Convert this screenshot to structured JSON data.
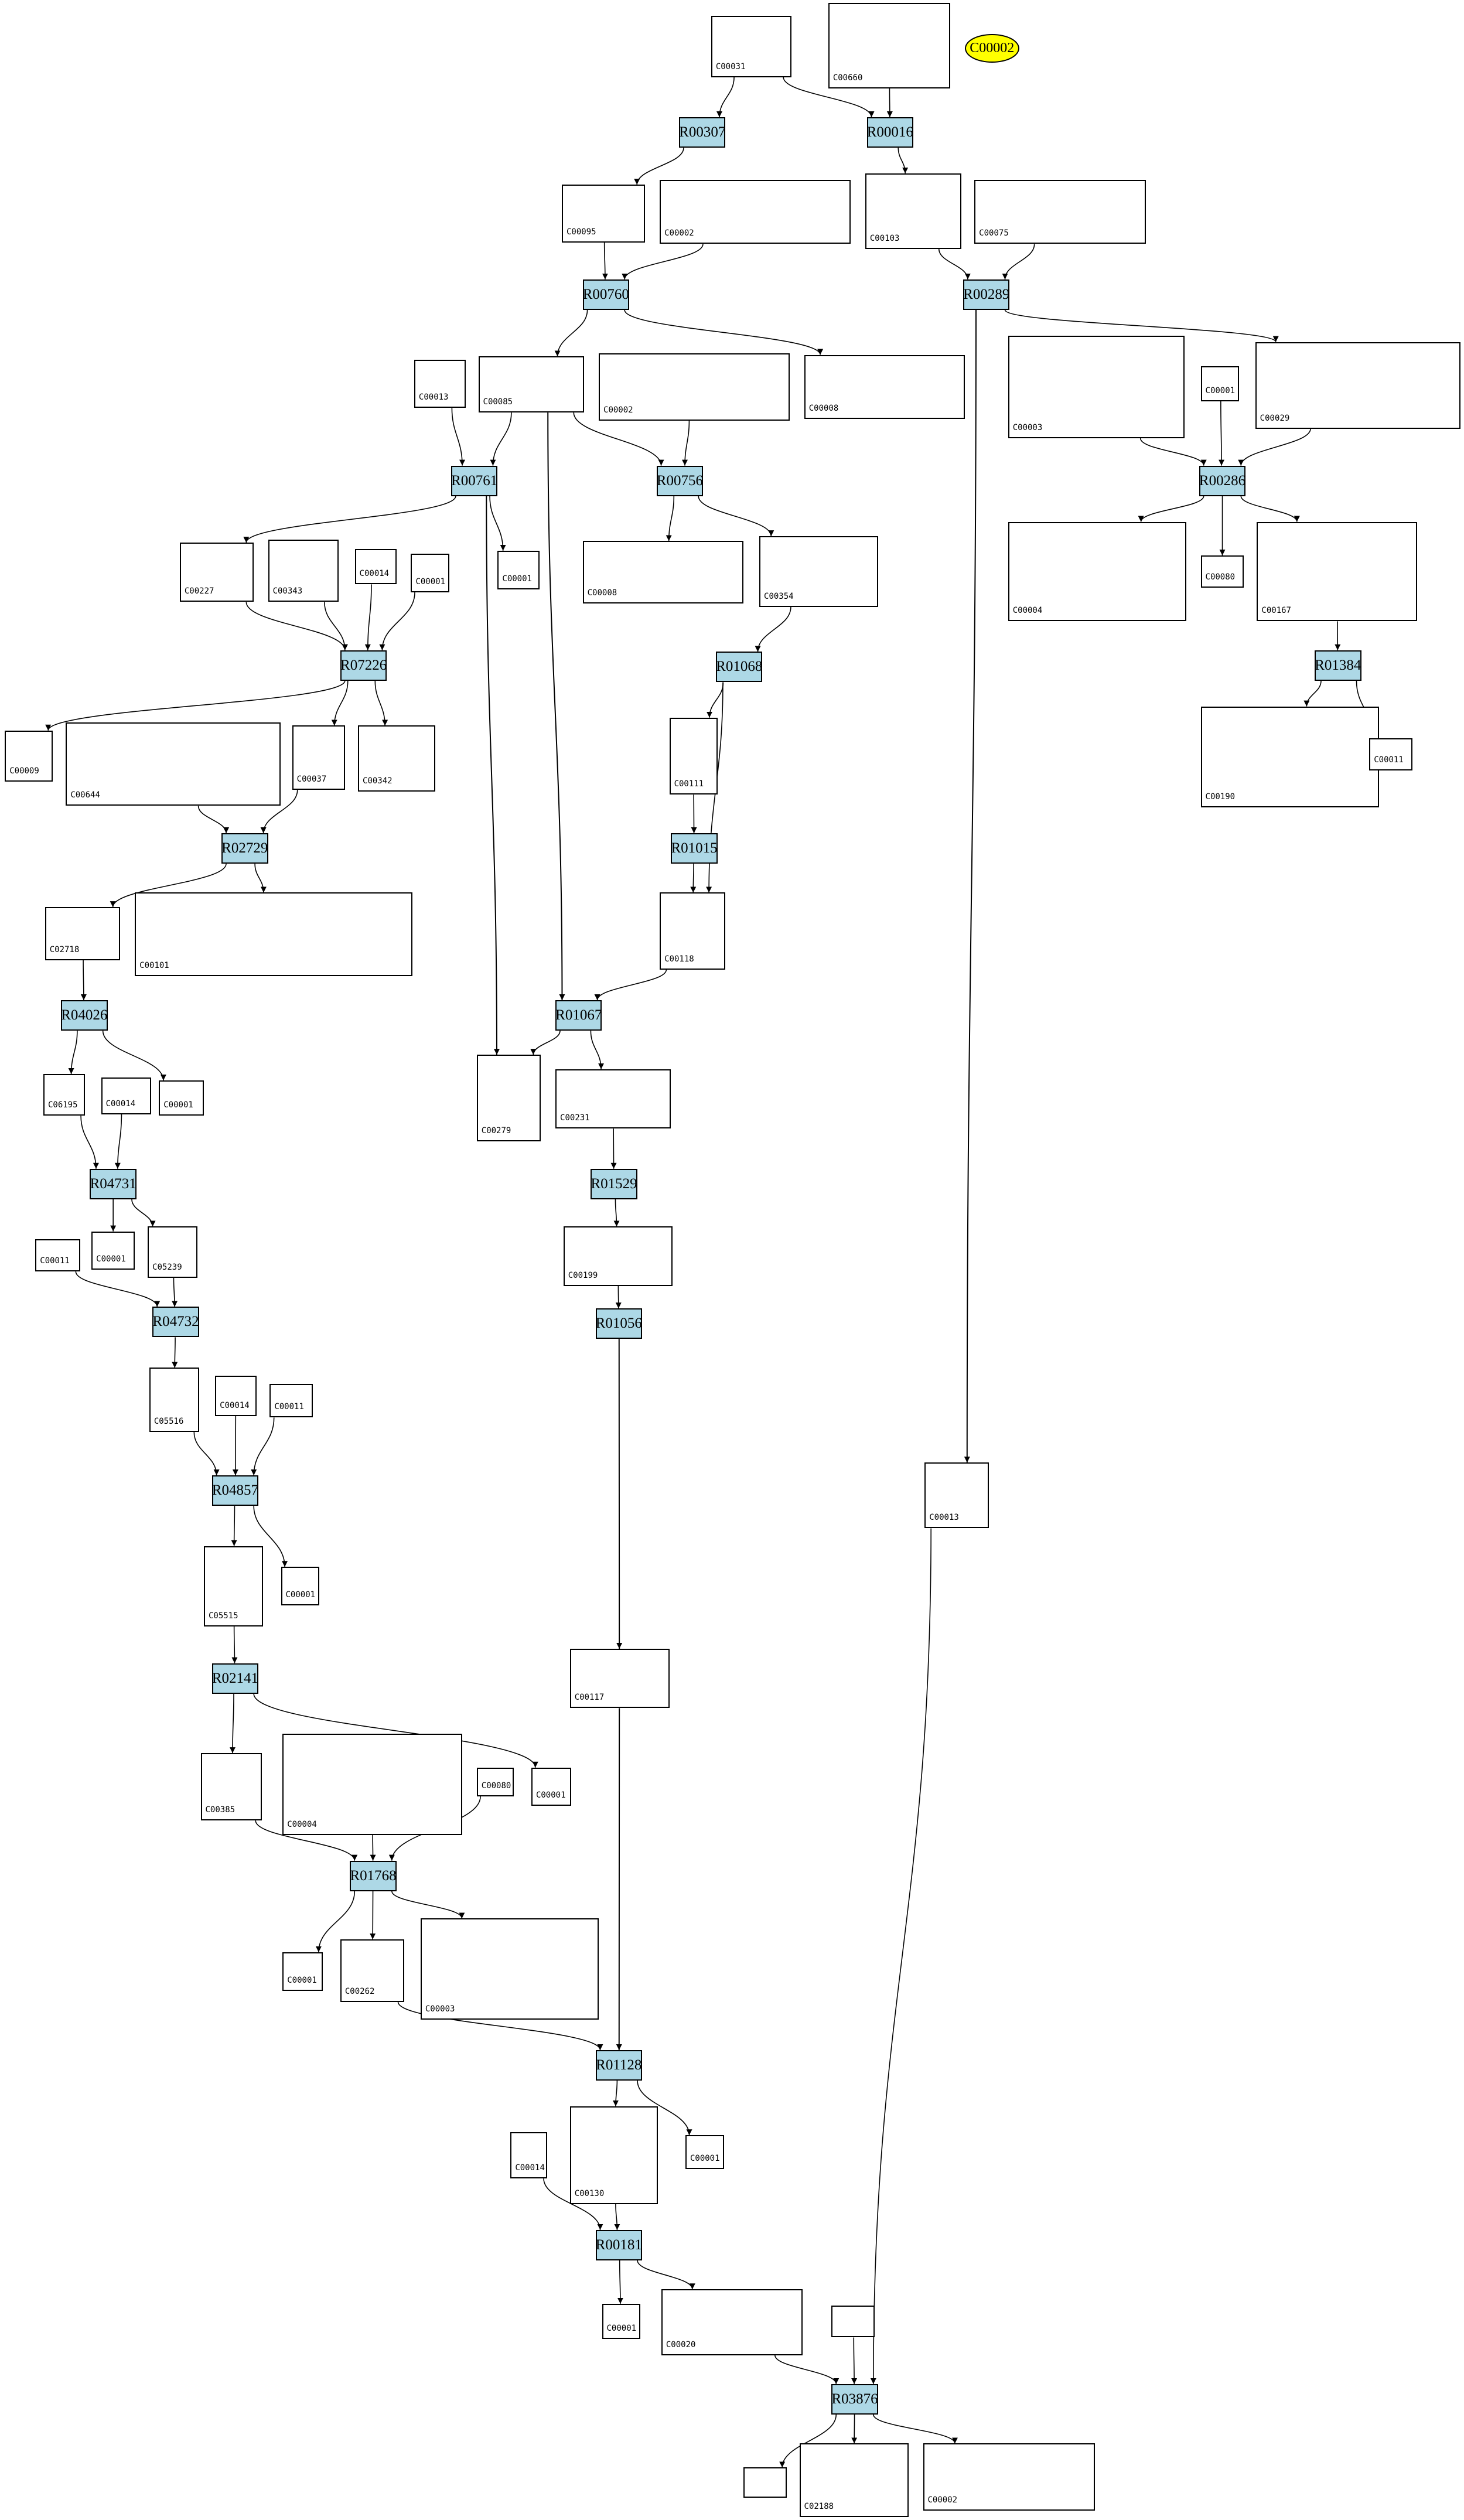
{
  "colors": {
    "reaction_fill": "#add8e6",
    "highlight_fill": "#ffff00",
    "edge": "#000000"
  },
  "nodes": [
    {
      "label": "C00031",
      "type": "compound"
    },
    {
      "label": "C00660",
      "type": "compound"
    },
    {
      "label": "C00002",
      "type": "highlight"
    },
    {
      "label": "R00307",
      "type": "reaction"
    },
    {
      "label": "R00016",
      "type": "reaction"
    },
    {
      "label": "C00095",
      "type": "compound"
    },
    {
      "label": "C00002",
      "type": "compound"
    },
    {
      "label": "C00103",
      "type": "compound"
    },
    {
      "label": "C00075",
      "type": "compound"
    },
    {
      "label": "R00760",
      "type": "reaction"
    },
    {
      "label": "R00289",
      "type": "reaction"
    },
    {
      "label": "C00013",
      "type": "compound"
    },
    {
      "label": "C00085",
      "type": "compound"
    },
    {
      "label": "C00002",
      "type": "compound"
    },
    {
      "label": "C00008",
      "type": "compound"
    },
    {
      "label": "C00003",
      "type": "compound"
    },
    {
      "label": "C00001",
      "type": "compound"
    },
    {
      "label": "C00029",
      "type": "compound"
    },
    {
      "label": "R00761",
      "type": "reaction"
    },
    {
      "label": "R00756",
      "type": "reaction"
    },
    {
      "label": "R00286",
      "type": "reaction"
    },
    {
      "label": "C00227",
      "type": "compound"
    },
    {
      "label": "C00343",
      "type": "compound"
    },
    {
      "label": "C00014",
      "type": "compound"
    },
    {
      "label": "C00001",
      "type": "compound"
    },
    {
      "label": "C00001",
      "type": "compound"
    },
    {
      "label": "C00008",
      "type": "compound"
    },
    {
      "label": "C00354",
      "type": "compound"
    },
    {
      "label": "C00004",
      "type": "compound"
    },
    {
      "label": "C00080",
      "type": "compound"
    },
    {
      "label": "C00167",
      "type": "compound"
    },
    {
      "label": "R07226",
      "type": "reaction"
    },
    {
      "label": "R01068",
      "type": "reaction"
    },
    {
      "label": "R01384",
      "type": "reaction"
    },
    {
      "label": "C00009",
      "type": "compound"
    },
    {
      "label": "C00644",
      "type": "compound"
    },
    {
      "label": "C00037",
      "type": "compound"
    },
    {
      "label": "C00342",
      "type": "compound"
    },
    {
      "label": "C00111",
      "type": "compound"
    },
    {
      "label": "C00190",
      "type": "compound"
    },
    {
      "label": "C00011",
      "type": "compound"
    },
    {
      "label": "R02729",
      "type": "reaction"
    },
    {
      "label": "R01015",
      "type": "reaction"
    },
    {
      "label": "C02718",
      "type": "compound"
    },
    {
      "label": "C00101",
      "type": "compound"
    },
    {
      "label": "C00118",
      "type": "compound"
    },
    {
      "label": "R04026",
      "type": "reaction"
    },
    {
      "label": "R01067",
      "type": "reaction"
    },
    {
      "label": "C00279",
      "type": "compound"
    },
    {
      "label": "C00231",
      "type": "compound"
    },
    {
      "label": "C06195",
      "type": "compound"
    },
    {
      "label": "C00014",
      "type": "compound"
    },
    {
      "label": "C00001",
      "type": "compound"
    },
    {
      "label": "R04731",
      "type": "reaction"
    },
    {
      "label": "R01529",
      "type": "reaction"
    },
    {
      "label": "C00011",
      "type": "compound"
    },
    {
      "label": "C00001",
      "type": "compound"
    },
    {
      "label": "C05239",
      "type": "compound"
    },
    {
      "label": "C00199",
      "type": "compound"
    },
    {
      "label": "R04732",
      "type": "reaction"
    },
    {
      "label": "R01056",
      "type": "reaction"
    },
    {
      "label": "C05516",
      "type": "compound"
    },
    {
      "label": "C00014",
      "type": "compound"
    },
    {
      "label": "C00011",
      "type": "compound"
    },
    {
      "label": "R04857",
      "type": "reaction"
    },
    {
      "label": "C05515",
      "type": "compound"
    },
    {
      "label": "C00001",
      "type": "compound"
    },
    {
      "label": "C00013",
      "type": "compound"
    },
    {
      "label": "R02141",
      "type": "reaction"
    },
    {
      "label": "C00117",
      "type": "compound"
    },
    {
      "label": "C00385",
      "type": "compound"
    },
    {
      "label": "C00004",
      "type": "compound"
    },
    {
      "label": "C00080",
      "type": "compound"
    },
    {
      "label": "C00001",
      "type": "compound"
    },
    {
      "label": "R01768",
      "type": "reaction"
    },
    {
      "label": "C00001",
      "type": "compound"
    },
    {
      "label": "C00262",
      "type": "compound"
    },
    {
      "label": "C00003",
      "type": "compound"
    },
    {
      "label": "R01128",
      "type": "reaction"
    },
    {
      "label": "C00001",
      "type": "compound"
    },
    {
      "label": "C00014",
      "type": "compound"
    },
    {
      "label": "C00130",
      "type": "compound"
    },
    {
      "label": "R00181",
      "type": "reaction"
    },
    {
      "label": "C00001",
      "type": "compound"
    },
    {
      "label": "C00020",
      "type": "compound"
    },
    {
      "label": "",
      "type": "compound"
    },
    {
      "label": "R03876",
      "type": "reaction"
    },
    {
      "label": "",
      "type": "compound"
    },
    {
      "label": "C02188",
      "type": "compound"
    },
    {
      "label": "C00002",
      "type": "compound"
    }
  ],
  "edges": [
    [
      0,
      3
    ],
    [
      0,
      4
    ],
    [
      1,
      4
    ],
    [
      3,
      5
    ],
    [
      4,
      7
    ],
    [
      5,
      9
    ],
    [
      6,
      9
    ],
    [
      7,
      10
    ],
    [
      8,
      10
    ],
    [
      9,
      12
    ],
    [
      9,
      14
    ],
    [
      10,
      17
    ],
    [
      10,
      67
    ],
    [
      11,
      18
    ],
    [
      12,
      18
    ],
    [
      12,
      19
    ],
    [
      12,
      47
    ],
    [
      13,
      19
    ],
    [
      18,
      21
    ],
    [
      18,
      25
    ],
    [
      18,
      48
    ],
    [
      19,
      26
    ],
    [
      19,
      27
    ],
    [
      15,
      20
    ],
    [
      16,
      20
    ],
    [
      17,
      20
    ],
    [
      20,
      28
    ],
    [
      20,
      29
    ],
    [
      20,
      30
    ],
    [
      21,
      31
    ],
    [
      22,
      31
    ],
    [
      23,
      31
    ],
    [
      24,
      31
    ],
    [
      31,
      34
    ],
    [
      31,
      36
    ],
    [
      31,
      37
    ],
    [
      27,
      32
    ],
    [
      32,
      38
    ],
    [
      32,
      45
    ],
    [
      30,
      33
    ],
    [
      33,
      39
    ],
    [
      33,
      40
    ],
    [
      35,
      41
    ],
    [
      36,
      41
    ],
    [
      41,
      43
    ],
    [
      41,
      44
    ],
    [
      38,
      42
    ],
    [
      42,
      45
    ],
    [
      43,
      46
    ],
    [
      45,
      47
    ],
    [
      47,
      48
    ],
    [
      47,
      49
    ],
    [
      46,
      50
    ],
    [
      46,
      52
    ],
    [
      50,
      53
    ],
    [
      51,
      53
    ],
    [
      53,
      56
    ],
    [
      53,
      57
    ],
    [
      49,
      54
    ],
    [
      54,
      58
    ],
    [
      55,
      59
    ],
    [
      57,
      59
    ],
    [
      58,
      60
    ],
    [
      59,
      61
    ],
    [
      61,
      64
    ],
    [
      62,
      64
    ],
    [
      63,
      64
    ],
    [
      64,
      65
    ],
    [
      64,
      66
    ],
    [
      60,
      69
    ],
    [
      65,
      68
    ],
    [
      68,
      70
    ],
    [
      68,
      73
    ],
    [
      70,
      74
    ],
    [
      71,
      74
    ],
    [
      72,
      74
    ],
    [
      74,
      75
    ],
    [
      74,
      76
    ],
    [
      74,
      77
    ],
    [
      69,
      78
    ],
    [
      76,
      78
    ],
    [
      78,
      81
    ],
    [
      78,
      79
    ],
    [
      81,
      82
    ],
    [
      80,
      82
    ],
    [
      82,
      83
    ],
    [
      82,
      84
    ],
    [
      84,
      86
    ],
    [
      85,
      86
    ],
    [
      67,
      86
    ],
    [
      86,
      87
    ],
    [
      86,
      88
    ],
    [
      86,
      89
    ]
  ]
}
